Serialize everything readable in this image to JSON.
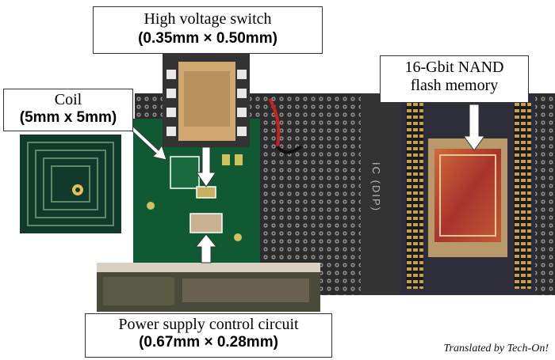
{
  "labels": {
    "high_voltage_switch": {
      "name": "High voltage switch",
      "size": "(0.35mm × 0.50mm)"
    },
    "coil": {
      "name": "Coil",
      "size": "(5mm x 5mm)"
    },
    "nand_flash": {
      "line1": "16-Gbit NAND",
      "line2": "flash memory"
    },
    "power_supply_control": {
      "name": "Power supply control circuit",
      "size": "(0.67mm × 0.28mm)"
    }
  },
  "board_text": "IC (DIP)",
  "credit": "Translated by Tech-On!",
  "colors": {
    "pcb_green": "#0f5a32",
    "perfboard": "#2a2a2a",
    "chip_gold": "#c8a060",
    "die_red": "#b0403a"
  }
}
